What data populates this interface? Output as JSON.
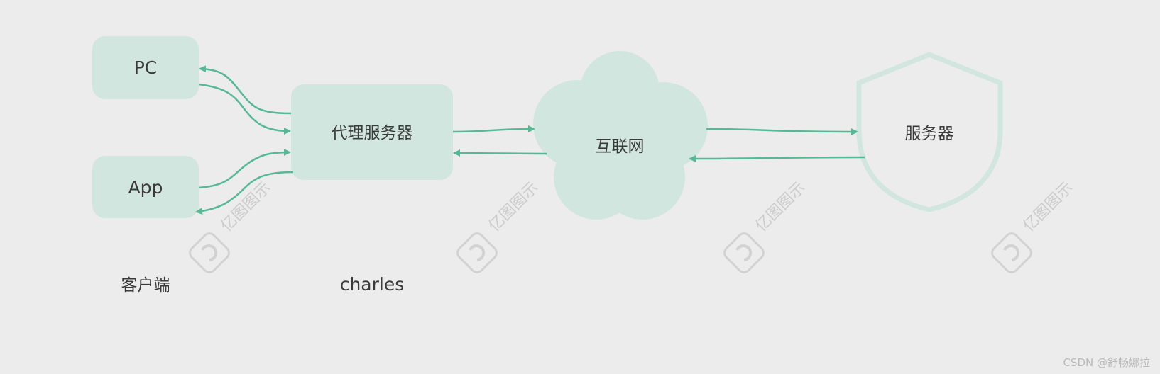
{
  "colors": {
    "background": "#ececec",
    "node_fill": "#d2e6e0",
    "arrow": "#55b995",
    "text": "#3a3a3a",
    "watermark": "#cccccc"
  },
  "nodes": {
    "pc": "PC",
    "app": "App",
    "proxy": "代理服务器",
    "internet": "互联网",
    "server": "服务器"
  },
  "labels": {
    "client": "客户端",
    "charles": "charles"
  },
  "watermark": {
    "text": "亿图图示",
    "icon": "edraw-logo"
  },
  "footer": {
    "credit": "CSDN @舒畅娜拉"
  }
}
